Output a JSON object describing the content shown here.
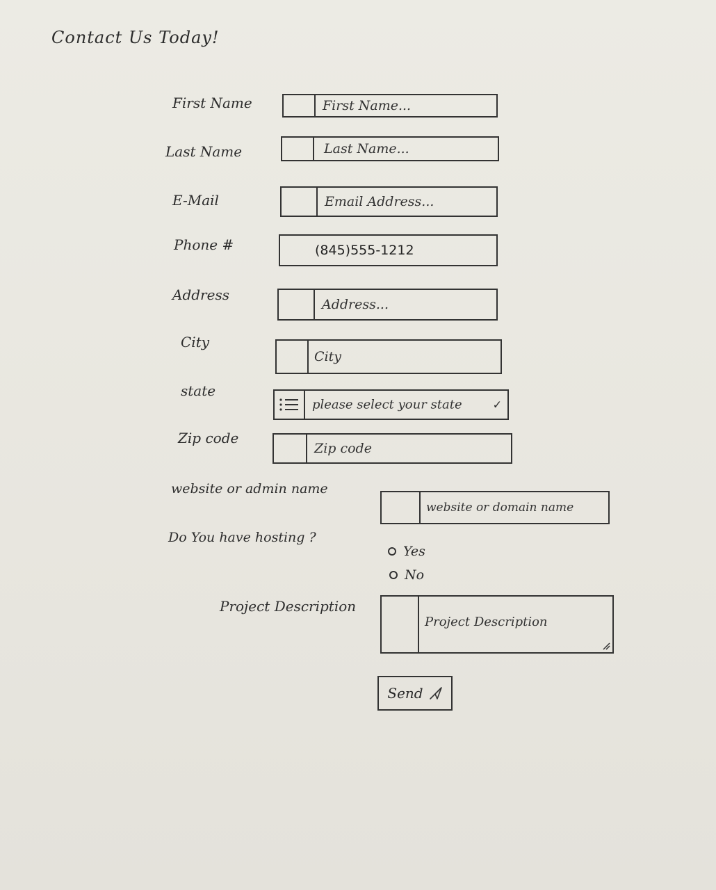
{
  "form": {
    "title": "Contact Us Today!",
    "first_name": {
      "label": "First Name",
      "placeholder": "First Name..."
    },
    "last_name": {
      "label": "Last Name",
      "placeholder": "Last Name..."
    },
    "email": {
      "label": "E-Mail",
      "placeholder": "Email Address..."
    },
    "phone": {
      "label": "Phone #",
      "value": "(845)555-1212"
    },
    "address": {
      "label": "Address",
      "placeholder": "Address..."
    },
    "city": {
      "label": "City",
      "placeholder": "City"
    },
    "state": {
      "label": "state",
      "selected": "please select your state"
    },
    "zip": {
      "label": "Zip code",
      "placeholder": "Zip code"
    },
    "website": {
      "label": "website or admin name",
      "placeholder": "website or domain name"
    },
    "hosting": {
      "label": "Do You have hosting ?",
      "options": [
        "Yes",
        "No"
      ]
    },
    "project": {
      "label": "Project Description",
      "placeholder": "Project Description"
    },
    "send_label": "Send"
  }
}
